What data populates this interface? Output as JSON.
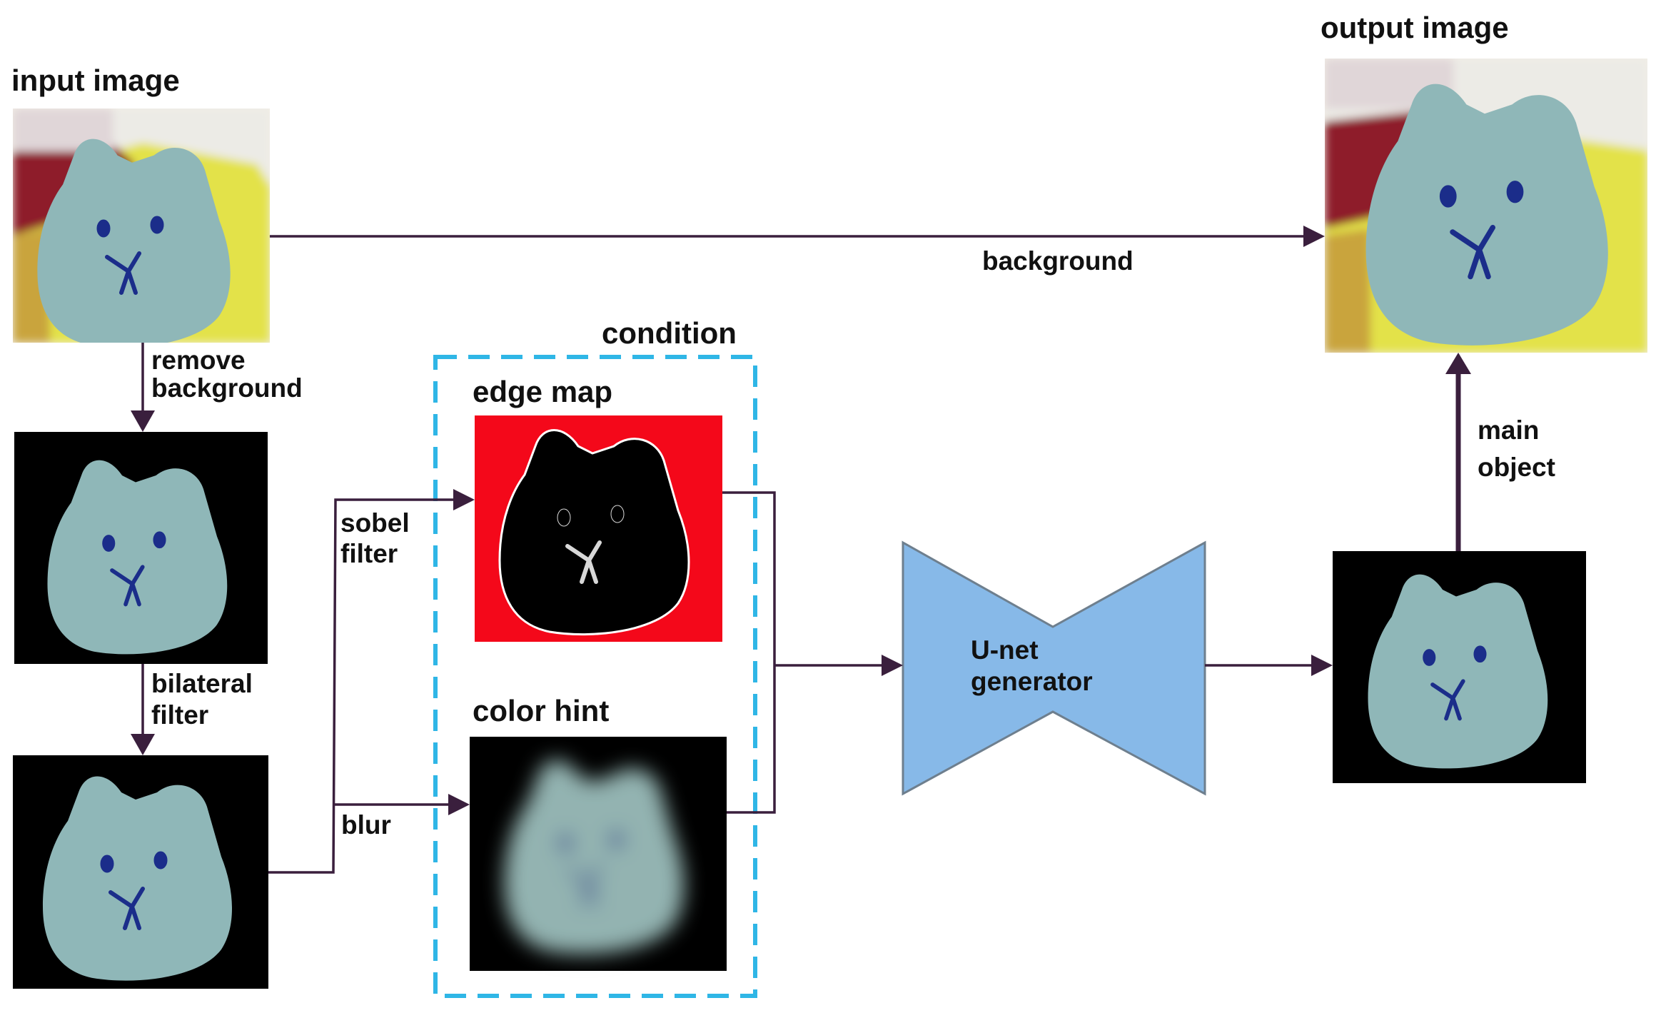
{
  "labels": {
    "input_image": "input image",
    "output_image": "output image",
    "background": "background",
    "remove_background": [
      "remove",
      "background"
    ],
    "bilateral_filter": [
      "bilateral",
      "filter"
    ],
    "condition": "condition",
    "edge_map": "edge map",
    "sobel_filter": [
      "sobel",
      "filter"
    ],
    "blur": "blur",
    "color_hint": "color hint",
    "unet": [
      "U-net",
      "generator"
    ],
    "main_object": [
      "main",
      "object"
    ]
  },
  "colors": {
    "arrow": "#3a1f3d",
    "condition_box": "#2fb6e6",
    "unet_fill": "#87b9e8",
    "unet_stroke": "#6e7f8e",
    "edge_bg": "#f4081a",
    "photo_bg": "#f2eee6",
    "toy": "#8fb7b8",
    "toy_blur": "#93b3b1",
    "face": "#1b2d8a",
    "black": "#000000"
  },
  "icons": [
    "toy-photo-with-background",
    "toy-cutout",
    "toy-edge-map",
    "toy-blurred"
  ]
}
